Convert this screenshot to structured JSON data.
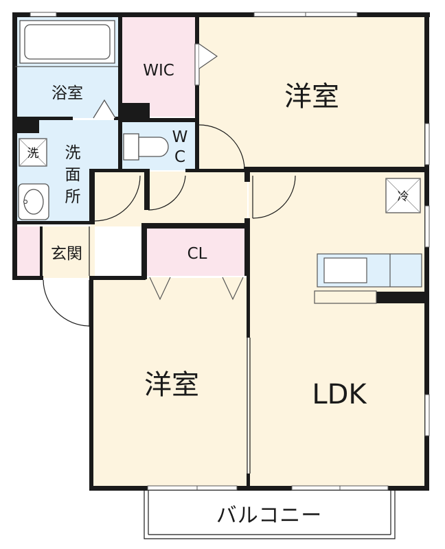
{
  "rooms": {
    "bedroom_north": "洋室",
    "bedroom_south": "洋室",
    "wic": "WIC",
    "bath": "浴室",
    "washroom": [
      "洗",
      "面",
      "所"
    ],
    "toilet": [
      "W",
      "C"
    ],
    "entrance": "玄関",
    "closet": "CL",
    "ldk": "LDK",
    "balcony": "バルコニー"
  },
  "fixtures": {
    "washer_mark": "洗",
    "fridge_mark": "冷"
  },
  "colors": {
    "wall": "#1a1a1a",
    "western_room": "#fdf4df",
    "wet_area": "#dff0fb",
    "wic_closet": "#fbe5ec",
    "entrance_floor": "#fbe5ec"
  }
}
